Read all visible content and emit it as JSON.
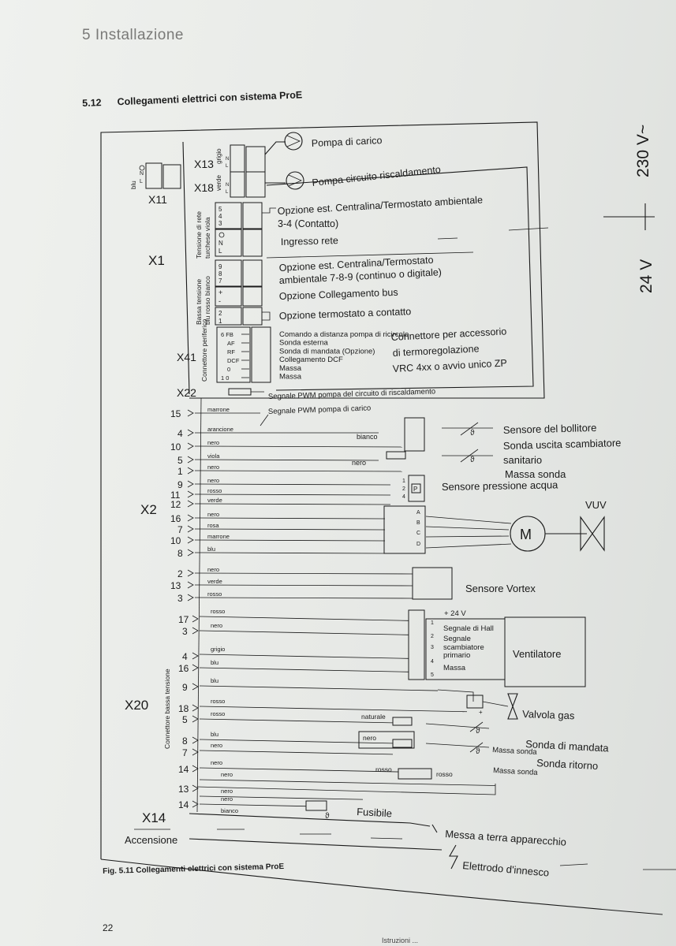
{
  "header": {
    "chapter": "5 Installazione"
  },
  "section": {
    "number": "5.12",
    "title": "Collegamenti elettrici con sistema ProE"
  },
  "voltage": {
    "high": "230 V~",
    "low": "24 V"
  },
  "connectors": {
    "x11": "X11",
    "x13": "X13",
    "x18": "X18",
    "x1": "X1",
    "x41": "X41",
    "x22": "X22",
    "x2": "X2",
    "x20": "X20",
    "x14": "X14"
  },
  "x11_pins": {
    "blu": "blu",
    "n": "N",
    "l": "L"
  },
  "x13_pins": {
    "color": "grigio",
    "n": "N",
    "l": "L"
  },
  "x18_pins": {
    "color": "verde",
    "n": "N",
    "l": "L"
  },
  "x1_group_labels": {
    "rete": "Tensione di rete",
    "rete_colors": "turchese viola",
    "bassa": "Bassa tensione",
    "bassa_colors": "blu rosso bianco"
  },
  "x1_pins": {
    "p5": "5",
    "p4": "4",
    "p3": "3",
    "n": "N",
    "l": "L",
    "p9": "9",
    "p8": "8",
    "p7": "7",
    "plus": "+",
    "minus": "-",
    "p2": "2",
    "p1": "1"
  },
  "x41_group_label": "Connettore periferico",
  "x41_pins": [
    "6",
    "FB",
    "AF",
    "RF",
    "DCF",
    "0",
    "1",
    "0"
  ],
  "labels": {
    "pompa_carico": "Pompa di carico",
    "pompa_risc": "Pompa circuito riscaldamento",
    "opzione_est_1": "Opzione est. Centralina/Termostato ambientale",
    "contatto": "3-4 (Contatto)",
    "ingresso_rete": "Ingresso rete",
    "opzione_est_2a": "Opzione est. Centralina/Termostato",
    "opzione_est_2b": "ambientale 7-8-9 (continuo o digitale)",
    "opzione_bus": "Opzione Collegamento bus",
    "opzione_termostato": "Opzione termostato a contatto"
  },
  "x41_labels": [
    "Comando a distanza pompa di ricircolo",
    "Sonda esterna",
    "Sonda di mandata (Opzione)",
    "Collegamento DCF",
    "Massa",
    "Massa"
  ],
  "accessory": {
    "line1": "Connettore per accessorio",
    "line2": "di termoregolazione",
    "line3": "VRC 4xx o avvio unico ZP"
  },
  "pwm": {
    "x22": "Segnale PWM pompa del circuito di riscaldamento",
    "x2": "Segnale PWM pompa di carico"
  },
  "x2_pins": [
    "15",
    "4",
    "10",
    "5",
    "1",
    "9",
    "11",
    "12",
    "16",
    "7",
    "10",
    "8",
    "2",
    "13",
    "3"
  ],
  "x2_wires": [
    "marrone",
    "arancione",
    "nero",
    "viola",
    "nero",
    "nero",
    "rosso",
    "verde",
    "nero",
    "rosa",
    "marrone",
    "blu",
    "nero",
    "verde",
    "rosso"
  ],
  "inline_wires": {
    "bianco": "bianco",
    "nero": "nero",
    "naturale": "naturale",
    "rosso": "rosso"
  },
  "sensors": {
    "bollitore": "Sensore del bollitore",
    "scambiatore1": "Sonda uscita scambiatore",
    "scambiatore2": "sanitario",
    "massa_sonda": "Massa sonda",
    "pressione": "Sensore pressione acqua",
    "vuv": "VUV",
    "motor": "M",
    "vortex": "Sensore Vortex",
    "ventilatore": "Ventilatore",
    "valvola": "Valvola gas",
    "mandata": "Sonda di mandata",
    "ritorno": "Sonda ritorno",
    "massa_sonda_2": "Massa sonda",
    "massa_sonda_3": "Massa sonda",
    "fusibile": "Fusibile",
    "terra": "Messa a terra apparecchio",
    "elettrodo": "Elettrodo d'innesco",
    "accensione": "Accensione"
  },
  "pressure_pins": [
    "1",
    "2",
    "4"
  ],
  "pressure_mark": "P",
  "vuv_pins": [
    "A",
    "B",
    "C",
    "D"
  ],
  "fan": {
    "v24": "+ 24 V",
    "hall": "Segnale di Hall",
    "scamb1": "Segnale",
    "scamb2": "scambiatore",
    "scamb3": "primario",
    "massa": "Massa",
    "pins": [
      "1",
      "2",
      "3",
      "4",
      "5"
    ]
  },
  "x20_group_label": "Connettore bassa tensione",
  "x20_pins": [
    "17",
    "3",
    "4",
    "16",
    "9",
    "18",
    "5",
    "8",
    "7",
    "14",
    "13",
    "14"
  ],
  "x20_wires": [
    "rosso",
    "nero",
    "grigio",
    "blu",
    "blu",
    "rosso",
    "rosso",
    "blu",
    "nero",
    "nero",
    "nero",
    "nero",
    "nero",
    "bianco"
  ],
  "valve_pins": {
    "minus": "-",
    "plus": "+"
  },
  "theta": "ϑ",
  "figure": {
    "caption": "Fig. 5.11 Collegamenti elettrici con sistema ProE"
  },
  "page": {
    "number": "22"
  },
  "footer": {
    "text": "Istruzioni ..."
  }
}
